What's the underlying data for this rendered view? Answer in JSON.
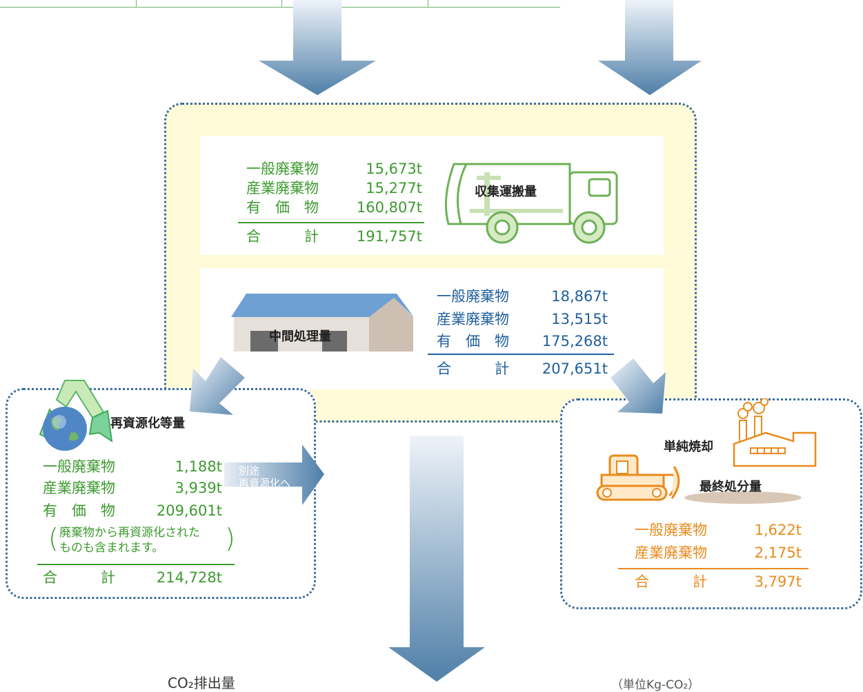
{
  "colors": {
    "green": "#3d9a2f",
    "blue": "#1f5f9c",
    "orange": "#e88a1c",
    "panel_yellow": "#fffad8",
    "arrow_top": "#e8eef6",
    "arrow_bottom": "#4f7fa8"
  },
  "collection": {
    "title": "収集運搬量",
    "rows": [
      {
        "label": "一般廃棄物",
        "value": "15,673t"
      },
      {
        "label": "産業廃棄物",
        "value": "15,277t"
      },
      {
        "label": "有　価　物",
        "value": "160,807t"
      }
    ],
    "total": {
      "label": "合　　　計",
      "value": "191,757t"
    }
  },
  "intermediate": {
    "title": "中間処理量",
    "rows": [
      {
        "label": "一般廃棄物",
        "value": "18,867t"
      },
      {
        "label": "産業廃棄物",
        "value": "13,515t"
      },
      {
        "label": "有　価　物",
        "value": "175,268t"
      }
    ],
    "total": {
      "label": "合　　　計",
      "value": "207,651t"
    }
  },
  "recycling": {
    "title": "再資源化等量",
    "rows": [
      {
        "label": "一般廃棄物",
        "value": "1,188t"
      },
      {
        "label": "産業廃棄物",
        "value": "3,939t"
      },
      {
        "label": "有　価　物",
        "value": "209,601t"
      }
    ],
    "note_line1": "廃棄物から再資源化された",
    "note_line2": "ものも含まれます。",
    "total": {
      "label": "合　　　計",
      "value": "214,728t"
    },
    "side_arrow_line1": "別途",
    "side_arrow_line2": "再資源化へ"
  },
  "final": {
    "incineration_title": "単純焼却",
    "title": "最終処分量",
    "rows": [
      {
        "label": "一般廃棄物",
        "value": "1,622t"
      },
      {
        "label": "産業廃棄物",
        "value": "2,175t"
      }
    ],
    "total": {
      "label": "合　　　計",
      "value": "3,797t"
    }
  },
  "bottom": {
    "co2_label": "CO₂排出量",
    "unit_note": "（単位Kg-CO₂）"
  }
}
